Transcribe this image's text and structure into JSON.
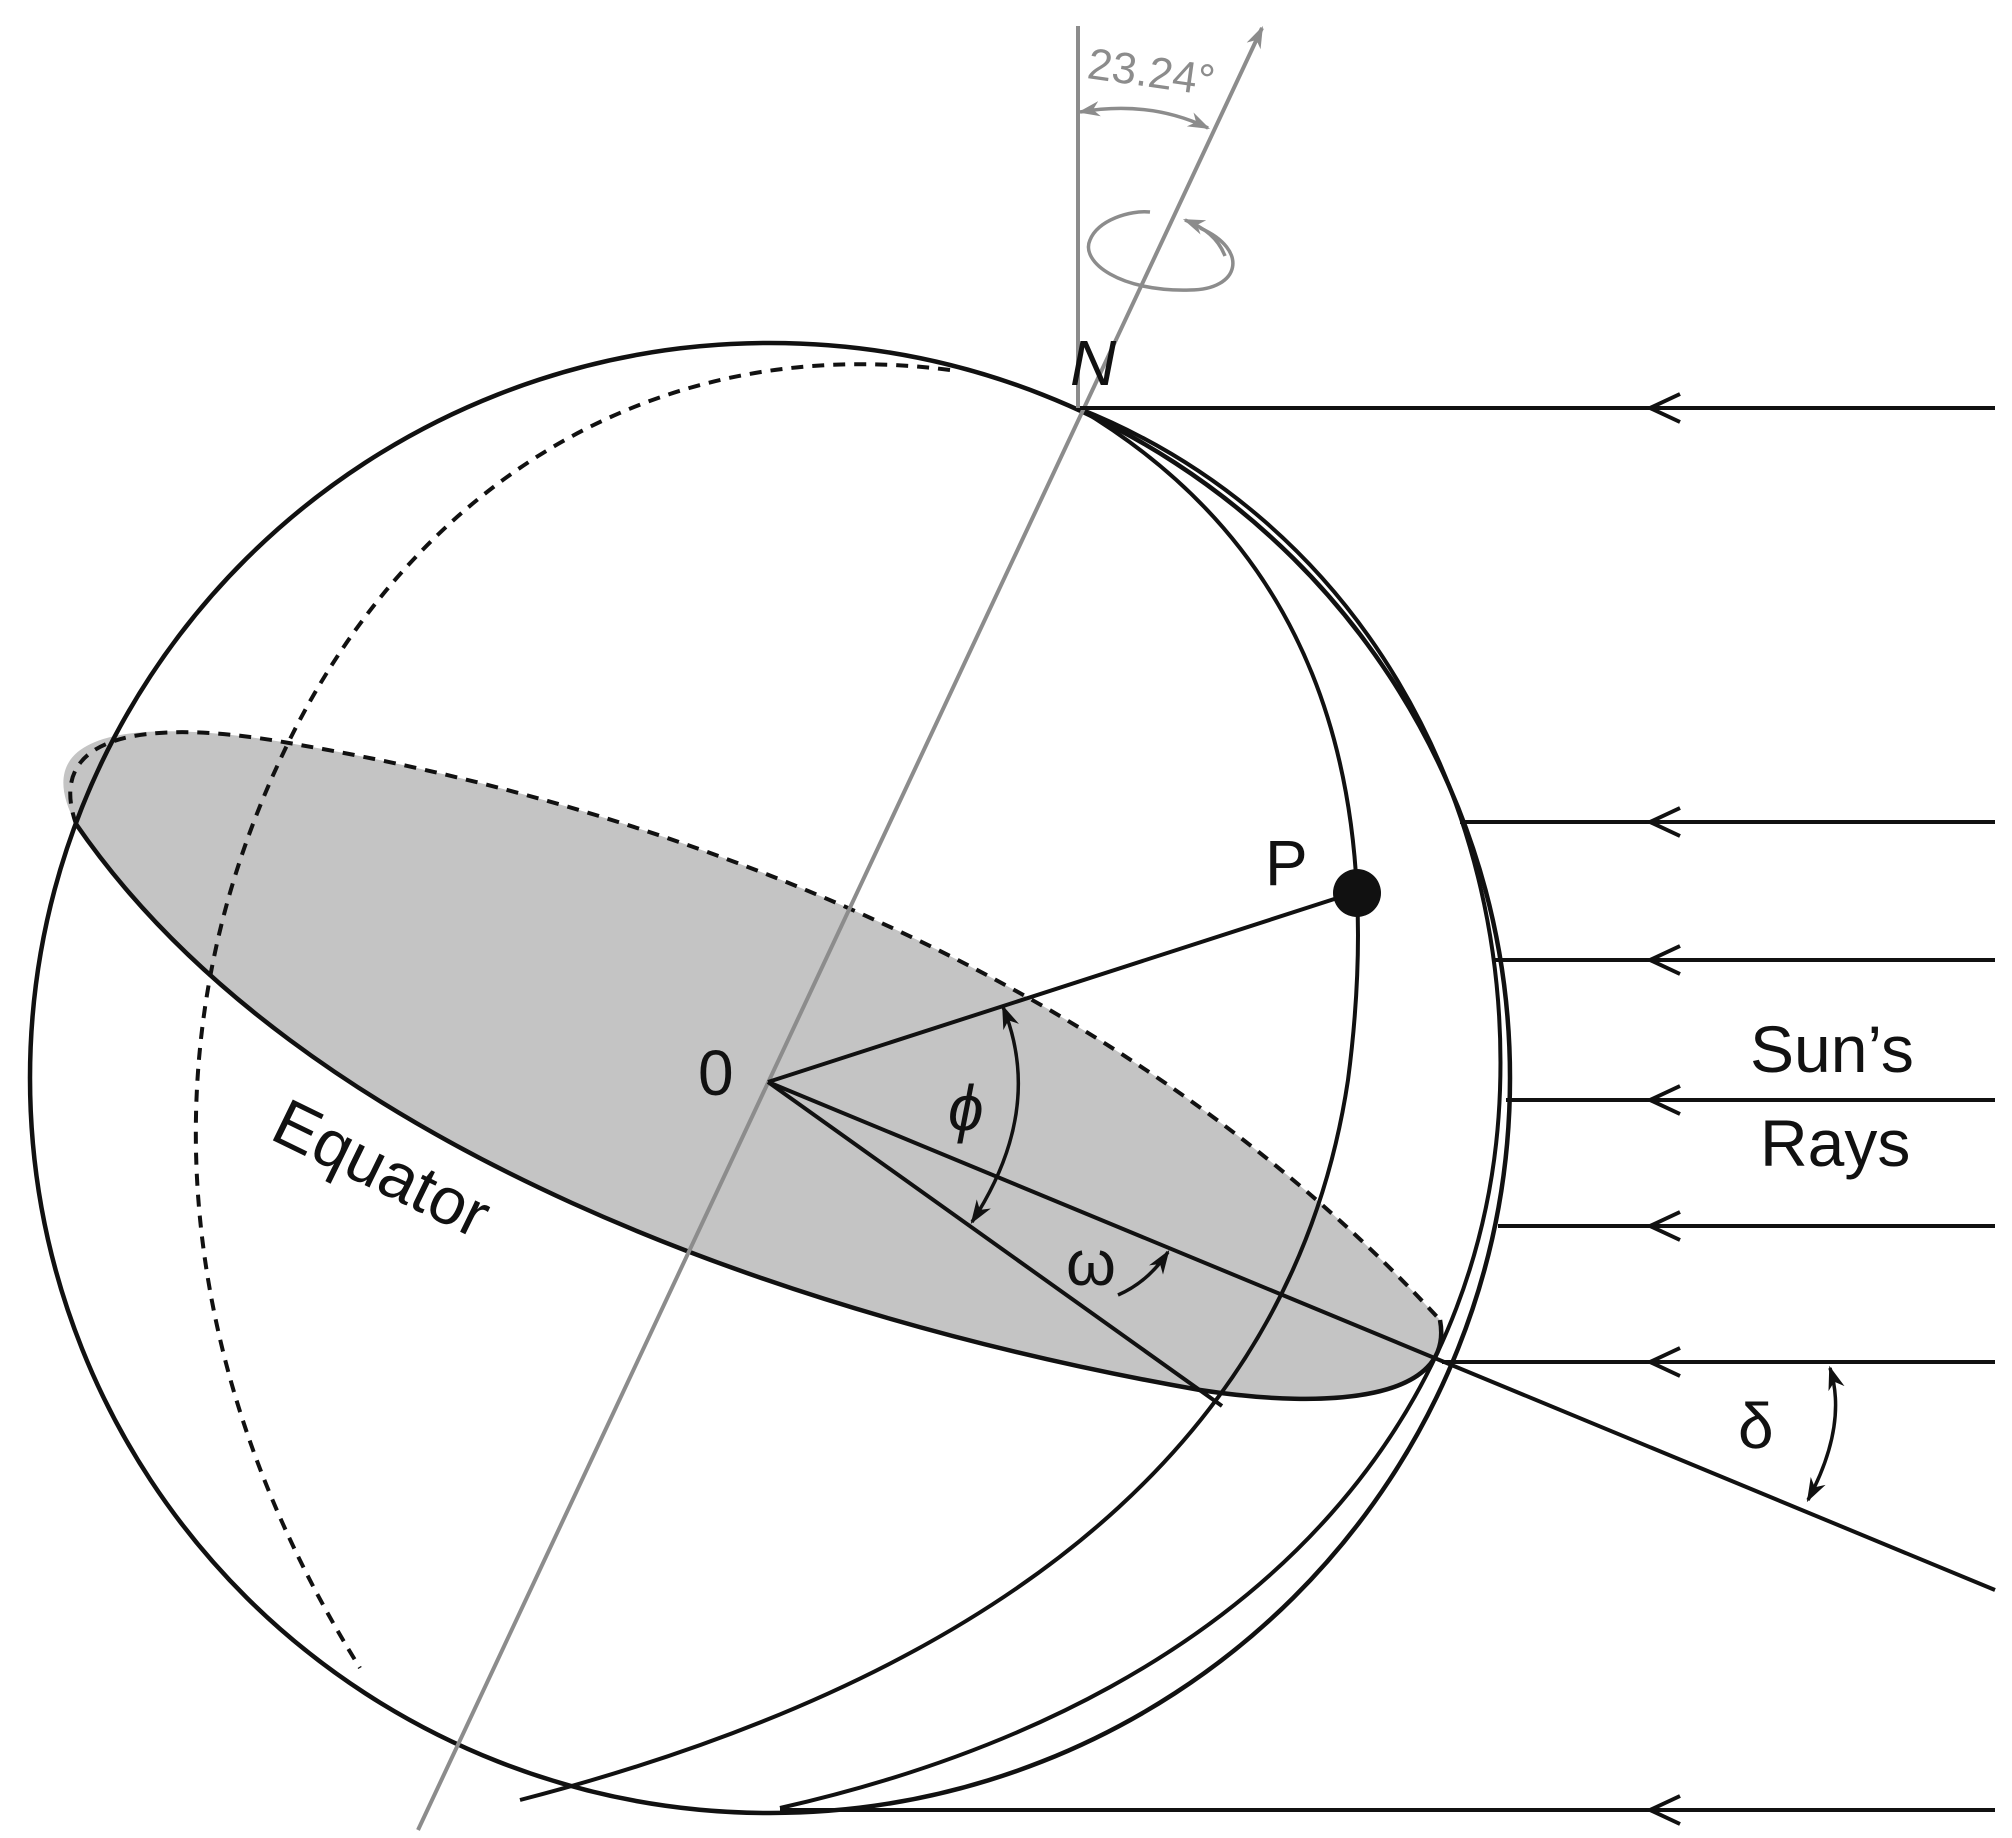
{
  "labels": {
    "north_pole": "N",
    "point": "P",
    "origin": "0",
    "latitude_angle": "ϕ",
    "hour_angle": "ω",
    "declination_angle": "δ",
    "equator": "Equator",
    "sun_rays_line1": "Sun’s",
    "sun_rays_line2": "Rays",
    "tilt_angle": "23.24°"
  },
  "colors": {
    "ink": "#111111",
    "axis_gray": "#8c8c8c",
    "equator_fill": "#c4c4c4",
    "background": "#ffffff"
  }
}
